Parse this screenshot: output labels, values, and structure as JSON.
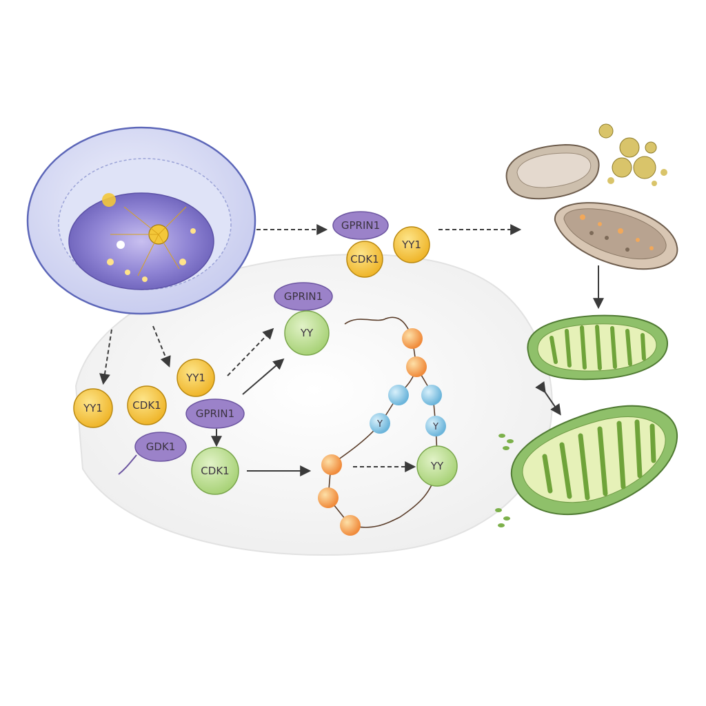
{
  "diagram": {
    "labels": {
      "gprin1_top": "GPRIN1",
      "cdk1_top": "CDK1",
      "yy1_top": "YY1",
      "gprin1_mid": "GPRIN1",
      "yy_mid": "YY",
      "yy1_left": "YY1",
      "cdk1_left": "CDK1",
      "yy1_small": "YY1",
      "gprin1_low": "GPRIN1",
      "gdk1": "GDK1",
      "cdk1_green": "CDK1",
      "yy_right": "YY",
      "y_bead_left": "Y",
      "y_bead_right": "Y"
    },
    "colors": {
      "nucleus": "#8a7fd0",
      "purple_protein": "#9b82c9",
      "yellow_node": "#f2c233",
      "green_node": "#b9dc8a",
      "orange_bead": "#f4a44a",
      "blue_bead": "#7ec2e0",
      "mito_green": "#8fc06a",
      "arrow": "#3a3a3a"
    }
  }
}
